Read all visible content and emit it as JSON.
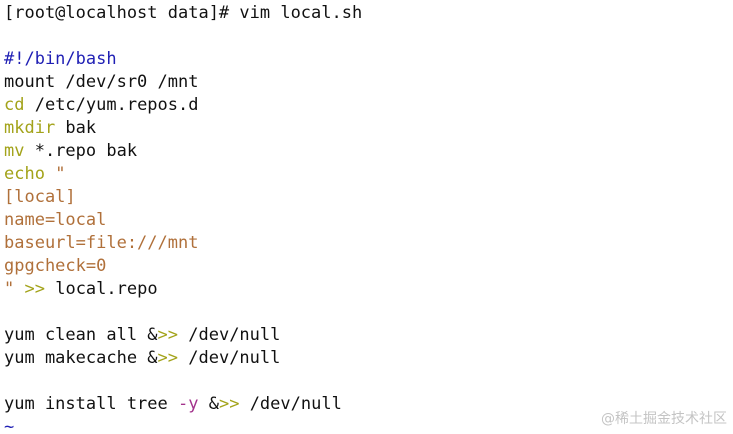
{
  "colors": {
    "default": "#111111",
    "shebang": "#1f1fb4",
    "command": "#a3a31a",
    "string": "#b0703a",
    "operator": "#a3a31a",
    "option": "#a3338c",
    "tilde": "#1f1fb4",
    "watermark": "#c4c4c4"
  },
  "lines": [
    [
      {
        "t": "[root@localhost data]# vim local.sh",
        "c": "default"
      }
    ],
    [],
    [
      {
        "t": "#!/bin/bash",
        "c": "shebang"
      }
    ],
    [
      {
        "t": "mount /dev/sr0 /mnt",
        "c": "default"
      }
    ],
    [
      {
        "t": "cd",
        "c": "command"
      },
      {
        "t": " /etc/yum.repos.d",
        "c": "default"
      }
    ],
    [
      {
        "t": "mkdir",
        "c": "command"
      },
      {
        "t": " bak",
        "c": "default"
      }
    ],
    [
      {
        "t": "mv",
        "c": "command"
      },
      {
        "t": " *.repo bak",
        "c": "default"
      }
    ],
    [
      {
        "t": "echo",
        "c": "command"
      },
      {
        "t": " \"",
        "c": "string"
      }
    ],
    [
      {
        "t": "[local]",
        "c": "string"
      }
    ],
    [
      {
        "t": "name=local",
        "c": "string"
      }
    ],
    [
      {
        "t": "baseurl=file:///mnt",
        "c": "string"
      }
    ],
    [
      {
        "t": "gpgcheck=0",
        "c": "string"
      }
    ],
    [
      {
        "t": "\"",
        "c": "string"
      },
      {
        "t": " ",
        "c": "default"
      },
      {
        "t": ">>",
        "c": "operator"
      },
      {
        "t": " local.repo",
        "c": "default"
      }
    ],
    [],
    [
      {
        "t": "yum clean all &",
        "c": "default"
      },
      {
        "t": ">>",
        "c": "operator"
      },
      {
        "t": " /dev/null",
        "c": "default"
      }
    ],
    [
      {
        "t": "yum makecache &",
        "c": "default"
      },
      {
        "t": ">>",
        "c": "operator"
      },
      {
        "t": " /dev/null",
        "c": "default"
      }
    ],
    [],
    [
      {
        "t": "yum install tree ",
        "c": "default"
      },
      {
        "t": "-y",
        "c": "option"
      },
      {
        "t": " &",
        "c": "default"
      },
      {
        "t": ">>",
        "c": "operator"
      },
      {
        "t": " /dev/null",
        "c": "default"
      }
    ],
    [
      {
        "t": "~",
        "c": "tilde"
      }
    ]
  ],
  "watermark": "@稀土掘金技术社区"
}
